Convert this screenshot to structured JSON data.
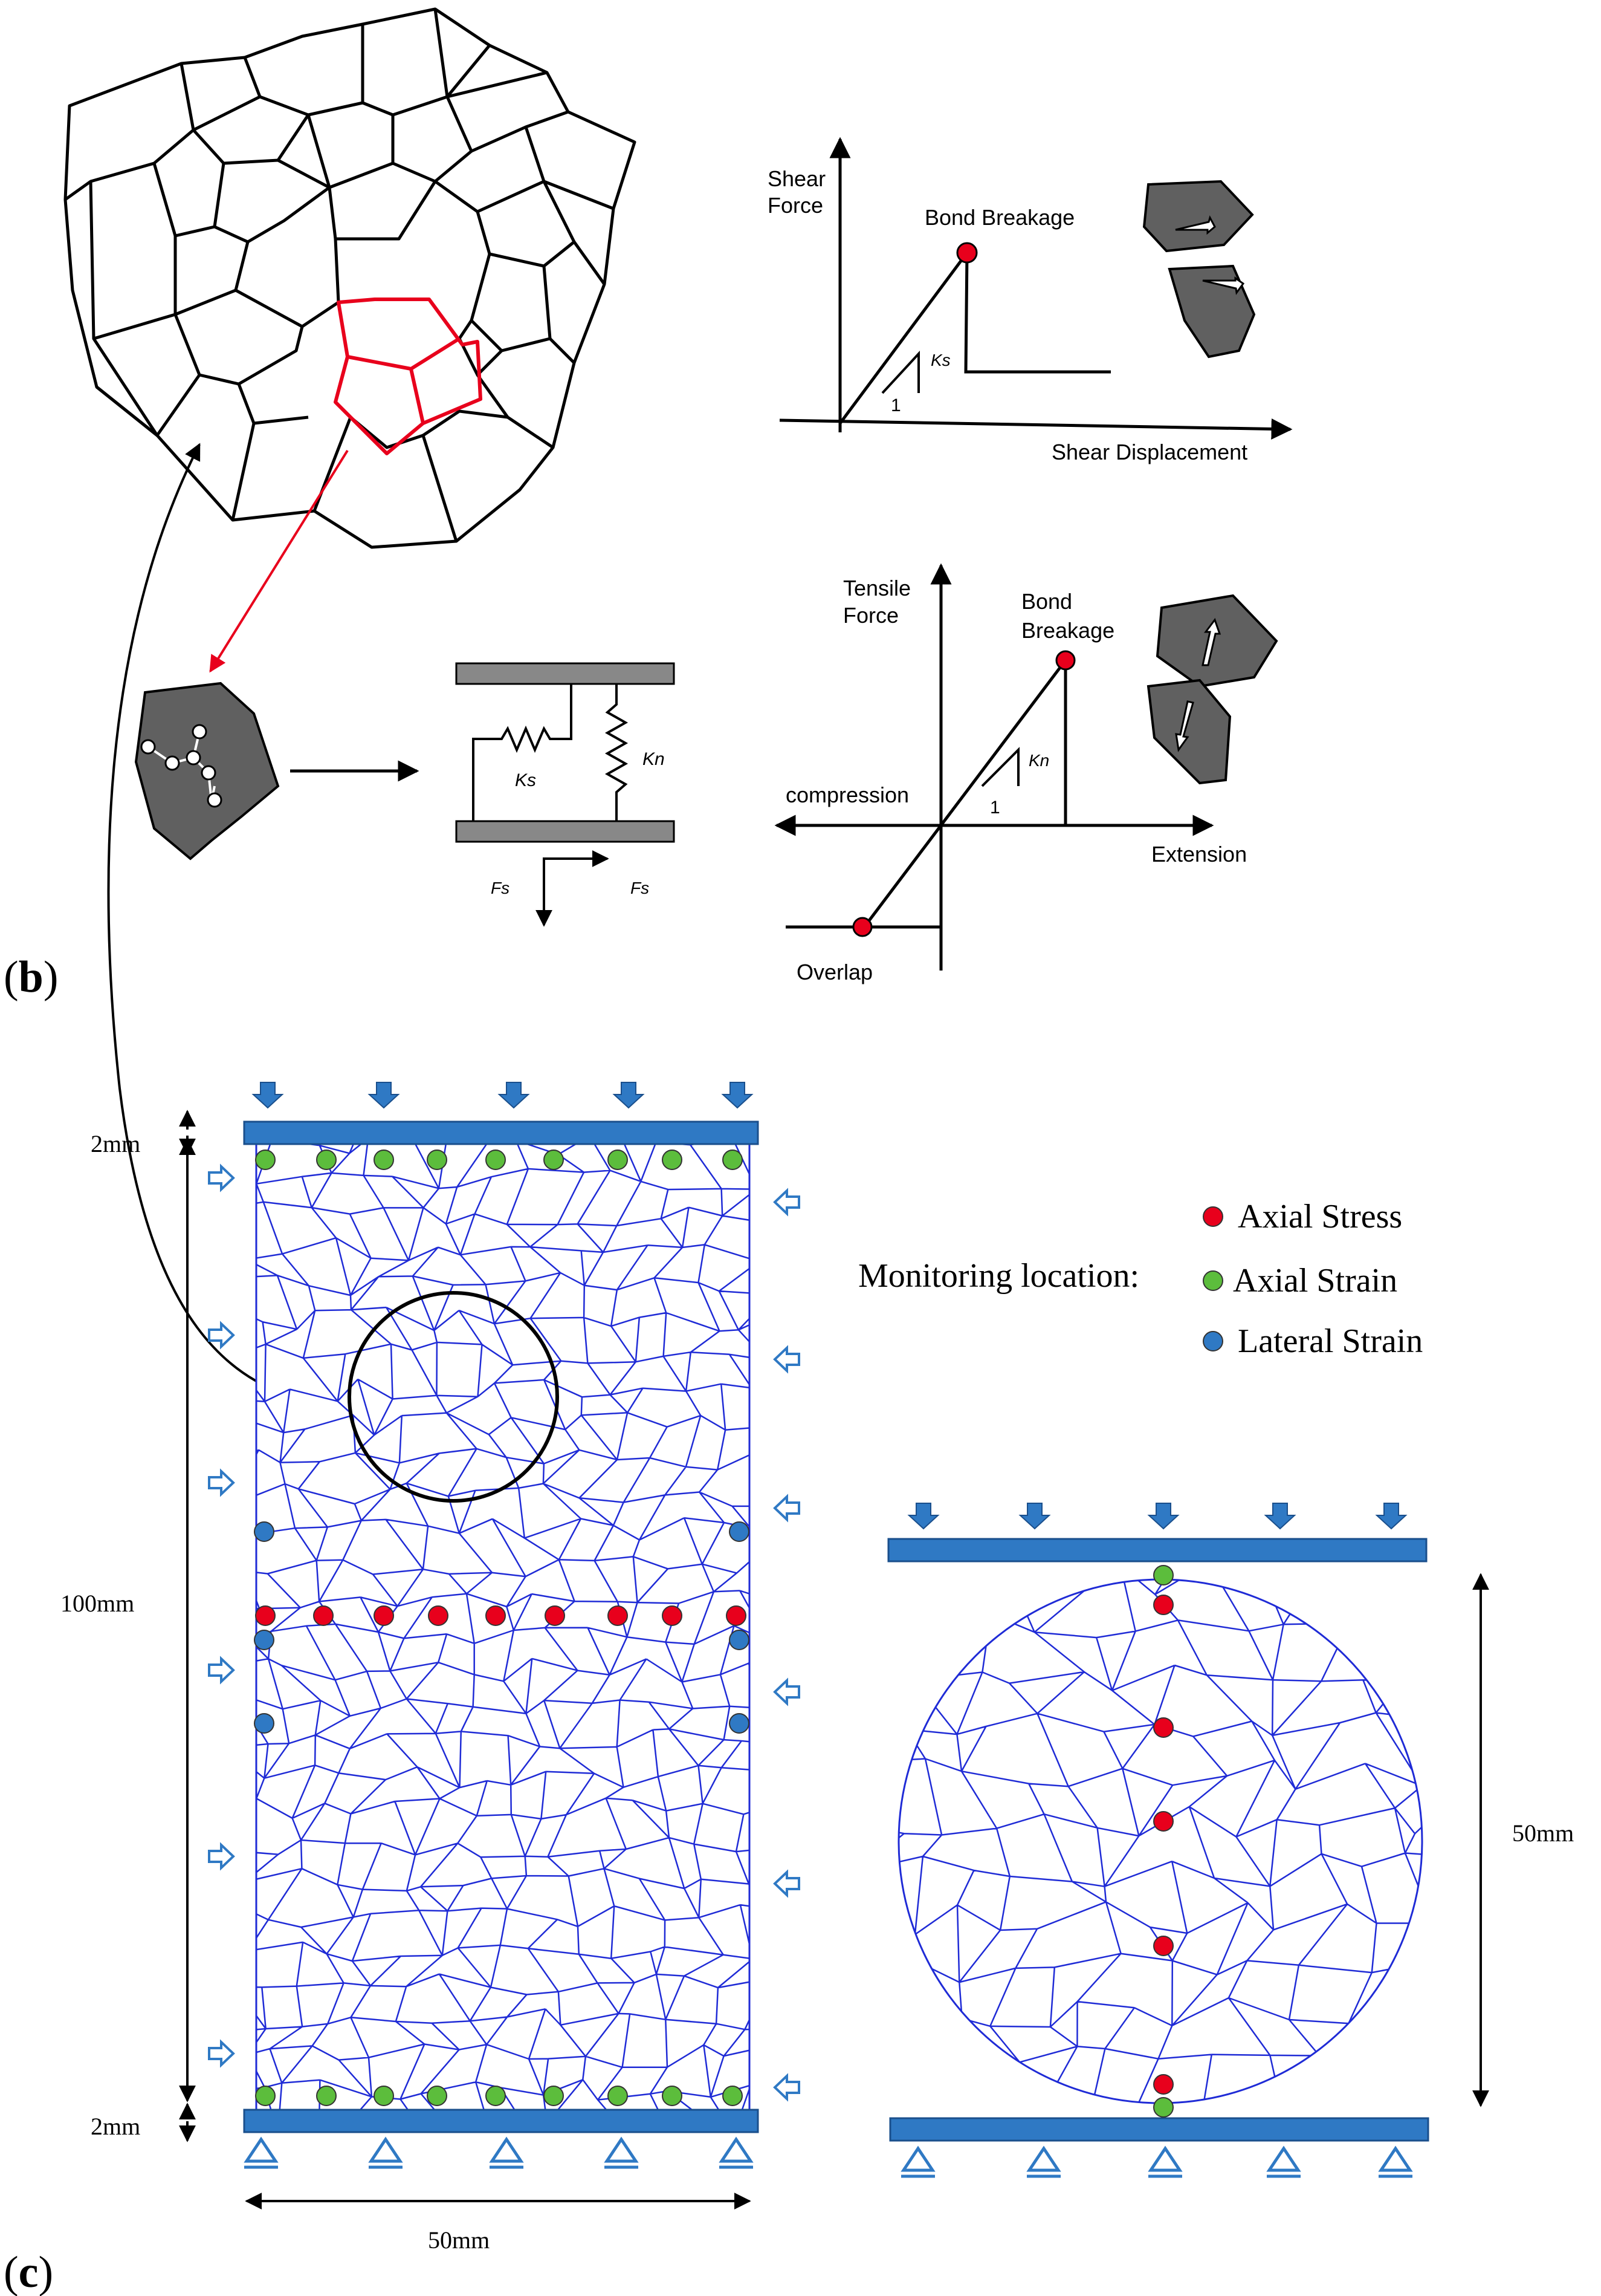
{
  "panel_labels": {
    "b_open": "(",
    "b_letter": "b",
    "b_close": ")",
    "c_open": "(",
    "c_letter": "c",
    "c_close": ")"
  },
  "shear_chart": {
    "ylabel_line1": "Shear",
    "ylabel_line2": "Force",
    "xlabel": "Shear Displacement",
    "event_label": "Bond Breakage",
    "stiffness": "Ks",
    "slope_run": "1"
  },
  "tensile_chart": {
    "ylabel_line1": "Tensile",
    "ylabel_line2": "Force",
    "event_label_line1": "Bond",
    "event_label_line2": "Breakage",
    "xlabel_right": "Extension",
    "xlabel_left": "compression",
    "overlap_label": "Overlap",
    "stiffness": "Kn",
    "slope_run": "1"
  },
  "contact_model": {
    "shear_spring": "Ks",
    "normal_spring": "Kn",
    "force_left": "Fs",
    "force_right": "Fs"
  },
  "specimen": {
    "height": "100mm",
    "width": "50mm",
    "platen_top": "2mm",
    "platen_bottom": "2mm",
    "disc_diameter": "50mm"
  },
  "legend": {
    "title": "Monitoring location:",
    "items": [
      {
        "label": "Axial Stress",
        "color": "#e8001c"
      },
      {
        "label": "Axial Strain",
        "color": "#5cbd3c"
      },
      {
        "label": "Lateral Strain",
        "color": "#2f79c4"
      }
    ]
  },
  "colors": {
    "platen": "#2f79c4",
    "mesh": "#1f2bd6",
    "grain_fill": "#606060",
    "highlight": "#e8001c"
  }
}
